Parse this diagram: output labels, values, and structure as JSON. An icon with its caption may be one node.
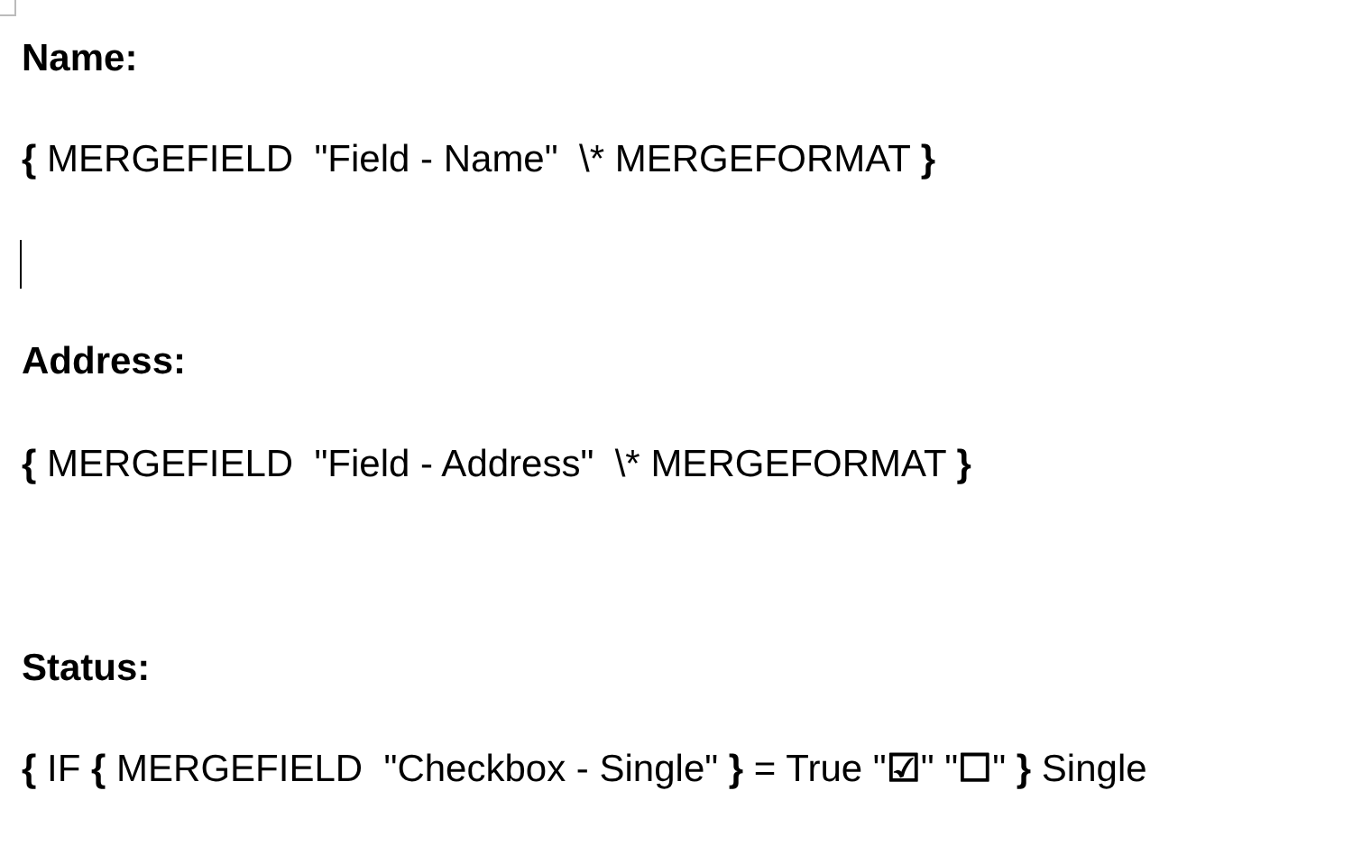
{
  "diagram": {
    "labels": [
      "Name:",
      "**{** MERGEFIELD  \"Field - Name\"  \\* MERGEFORMAT **}**",
      "Address:",
      "**{** MERGEFIELD  \"Field - Address\"  \\* MERGEFORMAT **}**",
      "Status:",
      "**{** IF **{** MERGEFIELD  \"Checkbox - Single\" **}** = True \"**☑**\" \"**☐**\" **}** Single"
    ]
  }
}
